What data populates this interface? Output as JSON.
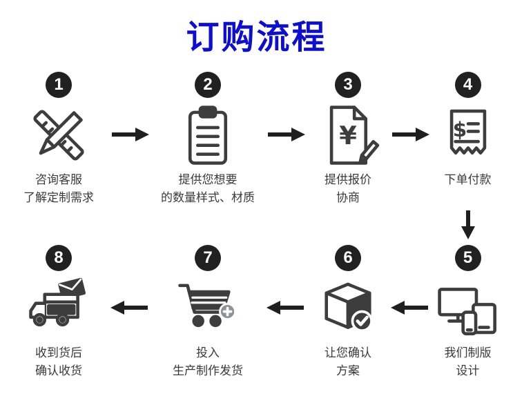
{
  "title": "订购流程",
  "colors": {
    "title": "#0d0ed3",
    "icon": "#3d3d3d",
    "badge": "#212121",
    "arrow": "#1f1f1f",
    "text": "#3a3a3a",
    "background": "#ffffff"
  },
  "arrows": {
    "right": "arrow-right-icon",
    "left": "arrow-left-icon",
    "down": "arrow-down-icon"
  },
  "steps": [
    {
      "number": "1",
      "icon": "pen-ruler-icon",
      "line1": "咨询客服",
      "line2": "了解定制需求"
    },
    {
      "number": "2",
      "icon": "clipboard-icon",
      "line1": "提供您想要",
      "line2": "的数量样式、材质"
    },
    {
      "number": "3",
      "icon": "quote-document-icon",
      "line1": "提供报价",
      "line2": "协商"
    },
    {
      "number": "4",
      "icon": "receipt-icon",
      "line1": "下单付款",
      "line2": ""
    },
    {
      "number": "5",
      "icon": "devices-icon",
      "line1": "我们制版",
      "line2": "设计"
    },
    {
      "number": "6",
      "icon": "confirm-box-icon",
      "line1": "让您确认",
      "line2": "方案"
    },
    {
      "number": "7",
      "icon": "cart-icon",
      "line1": "投入",
      "line2": "生产制作发货"
    },
    {
      "number": "8",
      "icon": "truck-icon",
      "line1": "收到货后",
      "line2": "确认收货"
    }
  ]
}
